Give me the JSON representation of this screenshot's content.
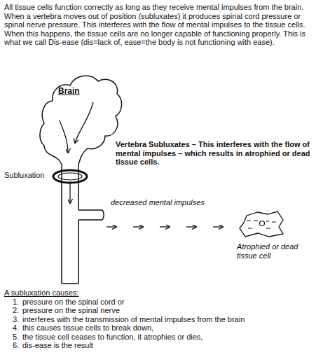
{
  "diagram": {
    "nodes": [
      {
        "text": [
          "Brain"
        ]
      },
      {
        "text": [
          "Atrophied or dead tissue cell"
        ]
      }
    ],
    "labels": [
      "All tissue cells function correctly as long as they receive mental impulses from the brain. When a vertebra moves out of position (subluxates) it produces spinal cord pressure or spinal nerve pressure. This interferes with the flow of mental impulses to the tissue cells. When this happens, the tissue cells are no longer capable of functioning properly. This is what we call Dis-ease (dis=lack of, ease=the body is not functioning with ease).",
      "Vertebra Subluxates",
      "– This interferes with the flow of mental impulses – which results in atrophied or dead tissue cells.",
      "Subluxation",
      "decreased mental impulses",
      "A subluxation causes:",
      "1.",
      "pressure on the spinal cord or",
      "2.",
      "pressure on the spinal nerve",
      "3.",
      "interferes with the transmission of mental impulses from the brain",
      "4.",
      "this causes tissue cells to break down,",
      "5.",
      "the tissue cell ceases to function, it atrophies or dies,",
      "6.",
      "dis-ease is the result"
    ]
  }
}
